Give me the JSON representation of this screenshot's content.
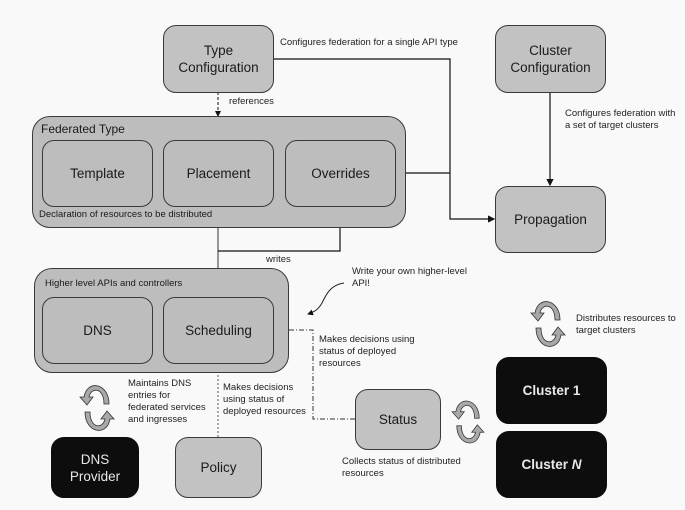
{
  "nodes": {
    "type_configuration": "Type Configuration",
    "cluster_configuration": "Cluster Configuration",
    "federated_type": {
      "title": "Federated Type",
      "caption": "Declaration of resources to be distributed",
      "children": [
        "Template",
        "Placement",
        "Overrides"
      ]
    },
    "propagation": "Propagation",
    "higher_level": {
      "title": "Higher level APIs and controllers",
      "children": [
        "DNS",
        "Scheduling"
      ]
    },
    "dns_provider": "DNS Provider",
    "policy": "Policy",
    "status": "Status",
    "cluster_1": "Cluster 1",
    "cluster_n_prefix": "Cluster ",
    "cluster_n_suffix": "N"
  },
  "annotations": {
    "type_config_edge": "Configures federation for a single API type",
    "references": "references",
    "cluster_config_edge_1": "Configures federation with",
    "cluster_config_edge_2": "a set of target clusters",
    "writes": "writes",
    "write_own_1": "Write your own higher-level",
    "write_own_2": "API!",
    "status_decisions_1": "Makes decisions using",
    "status_decisions_2": "status of deployed",
    "status_decisions_3": "resources",
    "distributes_1": "Distributes resources to",
    "distributes_2": "target clusters",
    "dns_maintains_1": "Maintains DNS",
    "dns_maintains_2": "entries for",
    "dns_maintains_3": "federated services",
    "dns_maintains_4": "and ingresses",
    "policy_decisions_1": "Makes decisions",
    "policy_decisions_2": "using status of",
    "policy_decisions_3": "deployed resources",
    "collects_1": "Collects status of distributed",
    "collects_2": "resources"
  }
}
